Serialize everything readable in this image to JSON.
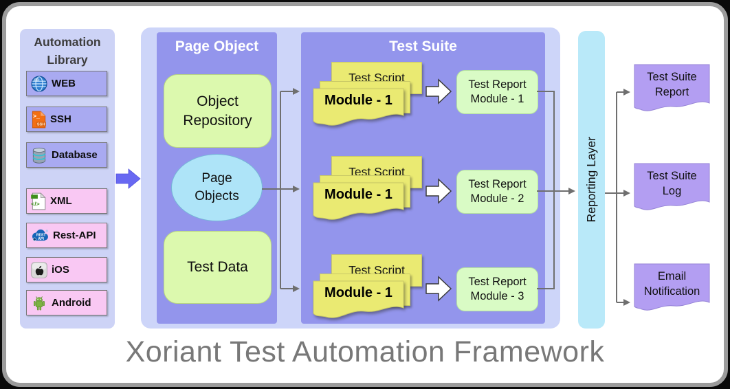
{
  "title": "Xoriant Test Automation Framework",
  "automation_library": {
    "title": "Automation Library",
    "items": [
      {
        "label": "WEB",
        "icon": "globe-icon",
        "variant": "purple"
      },
      {
        "label": "SSH",
        "icon": "ssh-terminal-file-icon",
        "variant": "purple",
        "icon_text": "SSH",
        "icon_prompt": ">_"
      },
      {
        "label": "Database",
        "icon": "database-icon",
        "variant": "purple"
      },
      {
        "label": "XML",
        "icon": "xml-file-icon",
        "variant": "pink",
        "icon_text": "</>"
      },
      {
        "label": "Rest-API",
        "icon": "rest-api-cloud-icon",
        "variant": "pink",
        "icon_text_top": "REST",
        "icon_text_bottom": "API"
      },
      {
        "label": "iOS",
        "icon": "apple-icon",
        "variant": "pink"
      },
      {
        "label": "Android",
        "icon": "android-icon",
        "variant": "pink"
      }
    ]
  },
  "page_object": {
    "title": "Page Object",
    "object_repository_label": "Object Repository",
    "page_objects_label": "Page Objects",
    "test_data_label": "Test Data"
  },
  "test_suite": {
    "title": "Test Suite",
    "rows": [
      {
        "script_label": "Test Script",
        "module_label": "Module - 1",
        "report_line1": "Test Report",
        "report_line2": "Module - 1"
      },
      {
        "script_label": "Test Script",
        "module_label": "Module - 1",
        "report_line1": "Test Report",
        "report_line2": "Module - 2"
      },
      {
        "script_label": "Test Script",
        "module_label": "Module - 1",
        "report_line1": "Test Report",
        "report_line2": "Module - 3"
      }
    ]
  },
  "reporting_layer_label": "Reporting Layer",
  "outputs": [
    {
      "line1": "Test Suite",
      "line2": "Report"
    },
    {
      "line1": "Test Suite",
      "line2": "Log"
    },
    {
      "line1": "Email",
      "line2": "Notification"
    }
  ],
  "colors": {
    "frame_border": "#9c9c9c",
    "container_lavender": "#cdd5f9",
    "panel_purple": "#9395ec",
    "item_purple": "#a9aaf1",
    "item_pink": "#f9c8f3",
    "note_yellow": "#eaea72",
    "green_box": "#dcf9ae",
    "report_green": "#d9fbc5",
    "ellipse_blue": "#aee4f8",
    "reporting_layer_blue": "#b9e9f9",
    "output_purple": "#b39ef2",
    "connector_gray": "#6f6f6f",
    "flow_arrow_blue": "#6868f2",
    "title_gray": "#787878"
  }
}
